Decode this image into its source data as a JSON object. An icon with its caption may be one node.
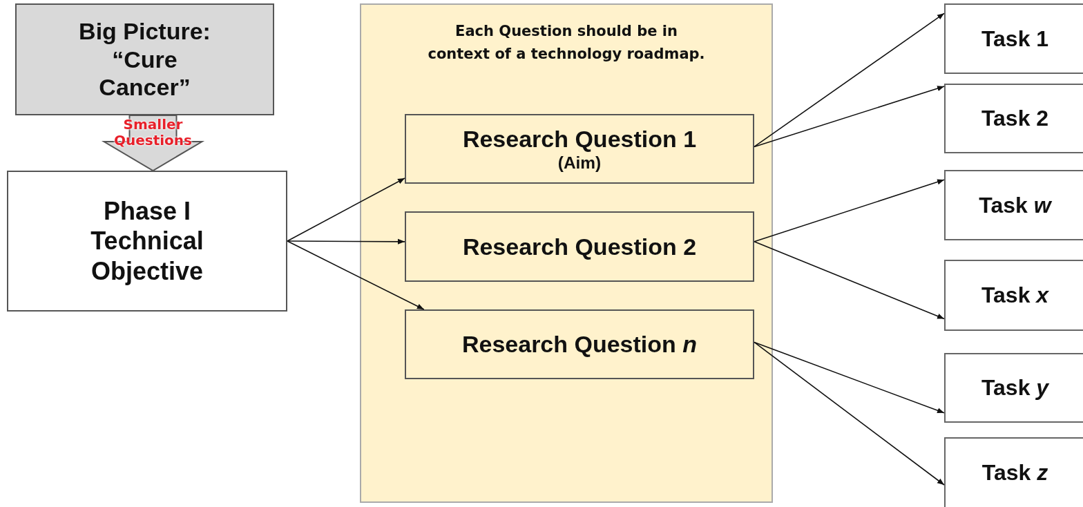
{
  "diagram": {
    "nodes": [
      {
        "text": [
          "Big Picture: “Cure Cancer”"
        ]
      },
      {
        "text": [
          "Phase I Technical Objective"
        ]
      },
      {
        "text": [
          "Each Question should be in context of a technology roadmap."
        ]
      },
      {
        "text": [
          "Research Question 1",
          "(Aim)"
        ],
        "in": 2
      },
      {
        "text": [
          "Research Question 2"
        ],
        "in": 2
      },
      {
        "text": [
          "Research Question *n*"
        ],
        "in": 2
      },
      {
        "text": [
          "Task 1"
        ]
      },
      {
        "text": [
          "Task 2"
        ]
      },
      {
        "text": [
          "Task *w*"
        ]
      },
      {
        "text": [
          "Task *x*"
        ]
      },
      {
        "text": [
          "Task *y*"
        ]
      },
      {
        "text": [
          "Task *z*"
        ]
      }
    ],
    "edges": [
      {
        "from": 0,
        "to": 1,
        "arrow": "to",
        "style": "thick",
        "label": "Smaller Questions"
      },
      {
        "from": 1,
        "to": 3,
        "arrow": "to"
      },
      {
        "from": 1,
        "to": 4,
        "arrow": "to"
      },
      {
        "from": 1,
        "to": 5,
        "arrow": "to"
      },
      {
        "from": 3,
        "to": 6,
        "arrow": "to"
      },
      {
        "from": 3,
        "to": 7,
        "arrow": "to"
      },
      {
        "from": 4,
        "to": 8,
        "arrow": "to"
      },
      {
        "from": 4,
        "to": 9,
        "arrow": "to"
      },
      {
        "from": 5,
        "to": 10,
        "arrow": "to"
      },
      {
        "from": 5,
        "to": 11,
        "arrow": "to"
      }
    ]
  }
}
